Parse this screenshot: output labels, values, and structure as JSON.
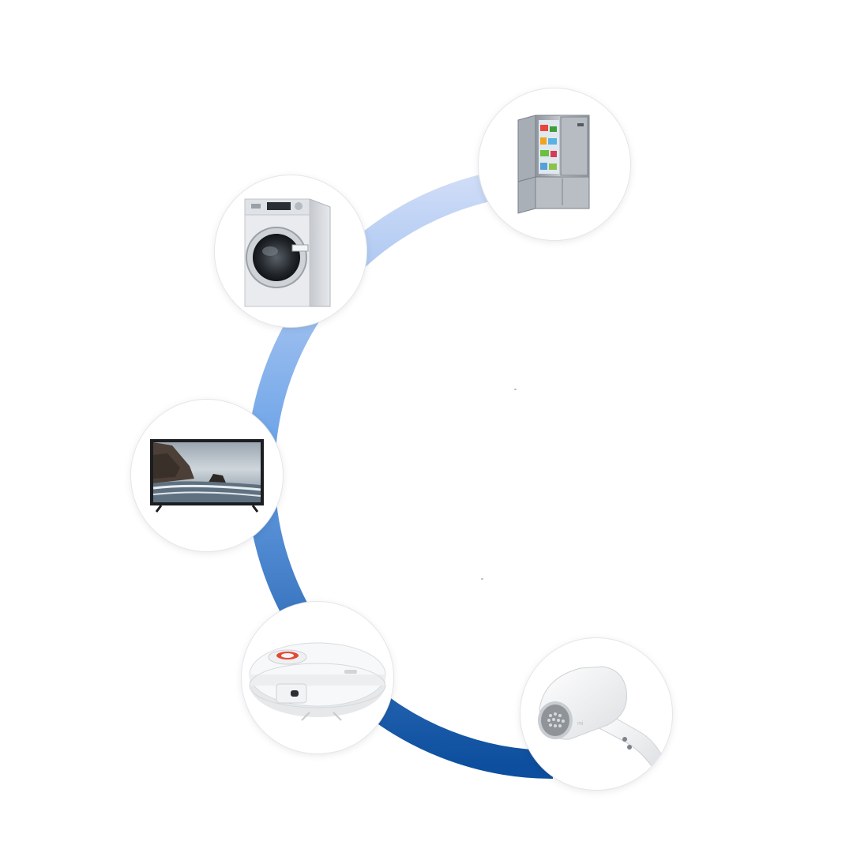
{
  "colors": {
    "arc_start": "#cfdcf7",
    "arc_mid": "#6ea4e8",
    "arc_end": "#0d4f9e",
    "node_border": "#e4e6ea",
    "background": "#ffffff"
  },
  "nodes": [
    {
      "id": "fridge",
      "icon": "refrigerator-icon"
    },
    {
      "id": "washer",
      "icon": "washing-machine-icon"
    },
    {
      "id": "tv",
      "icon": "television-icon"
    },
    {
      "id": "robot",
      "icon": "robot-vacuum-icon"
    },
    {
      "id": "dryer",
      "icon": "hair-dryer-icon"
    }
  ]
}
